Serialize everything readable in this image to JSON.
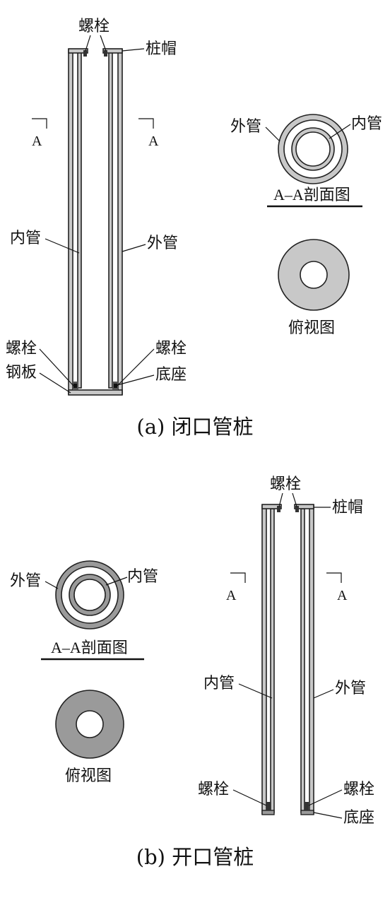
{
  "figure_a": {
    "caption": "(a) 闭口管桩",
    "labels": {
      "bolt_top": "螺栓",
      "cap": "桩帽",
      "inner_tube": "内管",
      "outer_tube": "外管",
      "bolt_bottom_left": "螺栓",
      "steel_plate": "钢板",
      "bolt_bottom_right": "螺栓",
      "base": "底座"
    },
    "section_mark": "A",
    "section": {
      "title": "A–A剖面图",
      "outer_label": "外管",
      "inner_label": "内管"
    },
    "top_view": {
      "title": "俯视图"
    }
  },
  "figure_b": {
    "caption": "(b) 开口管桩",
    "labels": {
      "bolt_top": "螺栓",
      "cap": "桩帽",
      "inner_tube": "内管",
      "outer_tube": "外管",
      "bolt_bottom_left": "螺栓",
      "bolt_bottom_right": "螺栓",
      "base": "底座"
    },
    "section_mark": "A",
    "section": {
      "title": "A–A剖面图",
      "outer_label": "外管",
      "inner_label": "内管"
    },
    "top_view": {
      "title": "俯视图"
    }
  },
  "colors": {
    "wall_light": "#c8c8c8",
    "wall_dark": "#9a9a9a",
    "outline": "#222222"
  }
}
